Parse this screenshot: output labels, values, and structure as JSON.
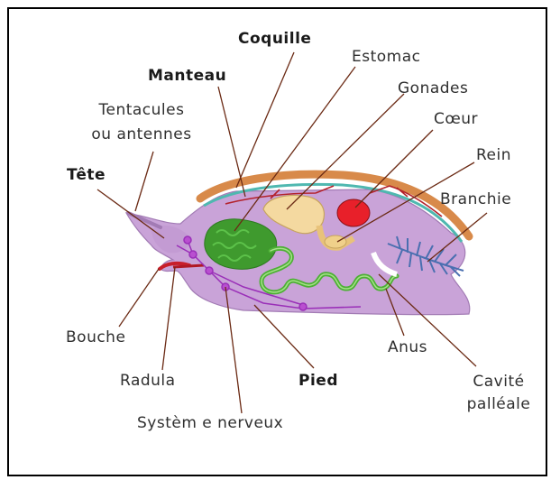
{
  "labels": {
    "coquille": "Coquille",
    "manteau": "Manteau",
    "estomac": "Estomac",
    "gonades": "Gonades",
    "coeur": "Cœur",
    "rein": "Rein",
    "branchie": "Branchie",
    "tentacules_1": "Tentacules",
    "tentacules_2": "ou antennes",
    "tete": "Tête",
    "bouche": "Bouche",
    "radula": "Radula",
    "pied": "Pied",
    "systeme_nerveux": "Systèm e nerveux",
    "anus": "Anus",
    "cavite_1": "Cavité",
    "cavite_2": "palléale"
  },
  "colors": {
    "body": "#c9a3d8",
    "shell": "#d88a4a",
    "mantle_edge": "#4fb8b0",
    "stomach": "#3f9a2e",
    "gonads": "#f4d9a0",
    "heart": "#e8202a",
    "vessels": "#b3222c",
    "gill": "#4a6fb0",
    "intestine": "#4cb034",
    "nerves": "#9a2fb8",
    "leader_lines": "#6b2a14"
  }
}
